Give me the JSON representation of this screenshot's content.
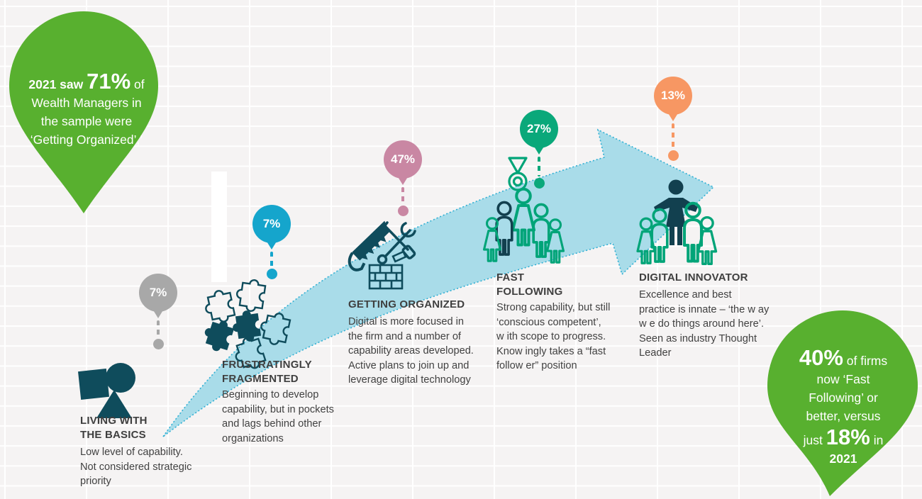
{
  "callouts": {
    "left": {
      "bold_prefix": "2021 saw ",
      "big_value": "71%",
      "rest": " of\nWealth Managers in\nthe sample were\n‘Getting Organized’,’",
      "color": "#58b02f"
    },
    "right": {
      "big_value_1": "40%",
      "middle": " of firms\nnow ‘Fast\nFollowing’ or\nbetter, versus\njust ",
      "big_value_2": "18%",
      "suffix": " in\n",
      "year_bold": "2021",
      "color": "#58b02f"
    }
  },
  "stages": [
    {
      "percent": "7%",
      "title": "LIVING WITH\nTHE BASICS",
      "description": "Low level of capability.\nNot considered strategic\npriority",
      "balloon_color": "#a8a8a8",
      "icon": "basic-shapes-icon"
    },
    {
      "percent": "7%",
      "title": "FRUSTRATINGLY\nFRAGMENTED",
      "description": "Beginning to develop\ncapability, but in pockets\nand lags behind other\norganizations",
      "balloon_color": "#15a5cc",
      "icon": "puzzle-pieces-icon"
    },
    {
      "percent": "47%",
      "title": "GETTING ORGANIZED",
      "description": "Digital is more focused in\nthe firm and a number of\ncapability areas developed.\nActive plans to join up and\nleverage digital technology",
      "balloon_color": "#c987a3",
      "icon": "saw-tools-bricks-icon"
    },
    {
      "percent": "27%",
      "title": "FAST\nFOLLOWING",
      "description": "Strong capability, but still\n‘conscious competent’,\nw ith scope to progress.\nKnow ingly takes a “fast\nfollow er” position",
      "balloon_color": "#0aa87a",
      "icon": "medal-people-icon"
    },
    {
      "percent": "13%",
      "title": "DIGITAL INNOVATOR",
      "description": "Excellence and best\npractice is innate – ‘the w ay\nw e do things around here’.\nSeen as industry Thought\nLeader",
      "balloon_color": "#f79763",
      "icon": "leader-people-icon"
    }
  ],
  "arrow": {
    "fill": "#a9dce9",
    "border": "#2fafd3",
    "meaning": "upward maturity curve arrow"
  },
  "colors": {
    "icon_dark_teal": "#0f4c5c",
    "icon_navy": "#12404f",
    "people_green": "#00a478",
    "text": "#3f3f3f",
    "background": "#f5f3f3"
  }
}
